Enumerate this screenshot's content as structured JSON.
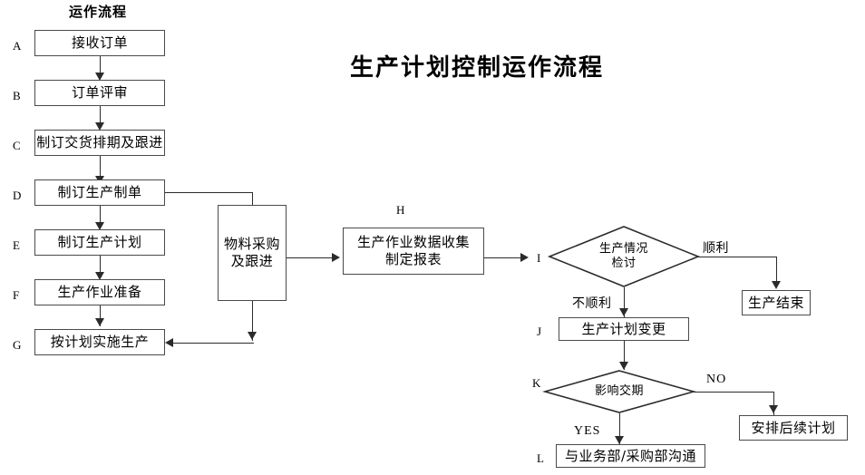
{
  "page": {
    "title": "生产计划控制运作流程",
    "column_header": "运作流程"
  },
  "nodes": {
    "a": {
      "tag": "A",
      "label": "接收订单"
    },
    "b": {
      "tag": "B",
      "label": "订单评审"
    },
    "c": {
      "tag": "C",
      "label": "制订交货排期及跟进"
    },
    "d": {
      "tag": "D",
      "label": "制订生产制单"
    },
    "e": {
      "tag": "E",
      "label": "制订生产计划"
    },
    "f": {
      "tag": "F",
      "label": "生产作业准备"
    },
    "g": {
      "tag": "G",
      "label": "按计划实施生产"
    },
    "material": {
      "line1": "物料采购",
      "line2": "及跟进"
    },
    "h": {
      "tag": "H",
      "line1": "生产作业数据收集",
      "line2": "制定报表"
    },
    "i": {
      "tag": "I",
      "line1": "生产情况",
      "line2": "检讨"
    },
    "j": {
      "tag": "J",
      "label": "生产计划变更"
    },
    "k": {
      "tag": "K",
      "label": "影响交期"
    },
    "l": {
      "tag": "L",
      "label": "与业务部/采购部沟通"
    },
    "end": {
      "label": "生产结束"
    },
    "followup": {
      "label": "安排后续计划"
    }
  },
  "edge_labels": {
    "smooth": "顺利",
    "not_smooth": "不顺利",
    "no": "NO",
    "yes": "YES"
  },
  "colors": {
    "background": "#ffffff",
    "box_border": "#4a4a4a",
    "line": "#2b2b2b",
    "text": "#000000"
  }
}
